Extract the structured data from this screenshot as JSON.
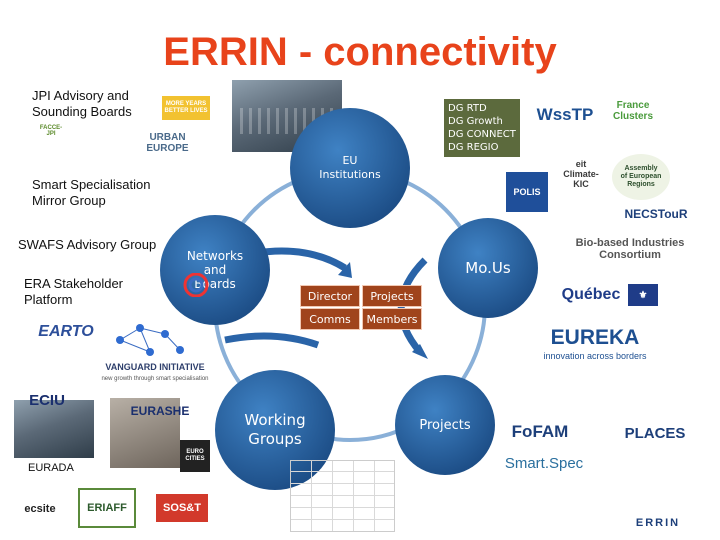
{
  "title": "ERRIN - connectivity",
  "left_labels": {
    "jpi": "JPI Advisory and\nSounding Boards",
    "smart_spec": "Smart Specialisation\nMirror Group",
    "swafs": "SWAFS Advisory Group",
    "era": "ERA Stakeholder\nPlatform",
    "eurada": "EURADA"
  },
  "nodes": {
    "eu": "EU\nInstitutions",
    "networks": "Networks\nand\nBoards",
    "mous": "Mo.Us",
    "working_groups": "Working\nGroups",
    "projects": "Projects"
  },
  "center_boxes": [
    "Director",
    "Projects",
    "Comms",
    "Members"
  ],
  "dg_list": [
    "DG RTD",
    "DG Growth",
    "DG CONNECT",
    "DG REGIO"
  ],
  "logos": {
    "more_years": "MORE YEARS\nBETTER LIVES",
    "jpi_facce": "FACCE-JPI",
    "urban_europe": "URBAN EUROPE",
    "wsstp": "WssTP",
    "france_clusters": "France\nClusters",
    "aer": "Assembly\nof European\nRegions",
    "polis": "POLIS",
    "eit": "eit\nClimate-KIC",
    "necstour": "NECSTouR",
    "bio_based": "Bio-based Industries\nConsortium",
    "quebec": "Québec",
    "eureka": "EUREKA",
    "eureka_tagline": "innovation across borders",
    "earto": "EARTO",
    "vanguard": "VANGUARD INITIATIVE",
    "vanguard_tagline": "new growth through smart specialisation",
    "ecsite": "ecsite",
    "eriaff": "ERIAFF",
    "sost": "SOS&T",
    "eurocities": "EURO\nCITIES",
    "ecsu": "ECIU",
    "eurashe": "EURASHE",
    "fofam": "FoFAM",
    "places": "PLACES",
    "smartspec": "Smart.Spec",
    "errin_footer": "ERRIN"
  },
  "colors": {
    "title": "#e8431b",
    "node": "#1d4e87",
    "box": "#a0441c",
    "dg_bg": "#5c6a3d",
    "ring": "#8ab0d8"
  }
}
